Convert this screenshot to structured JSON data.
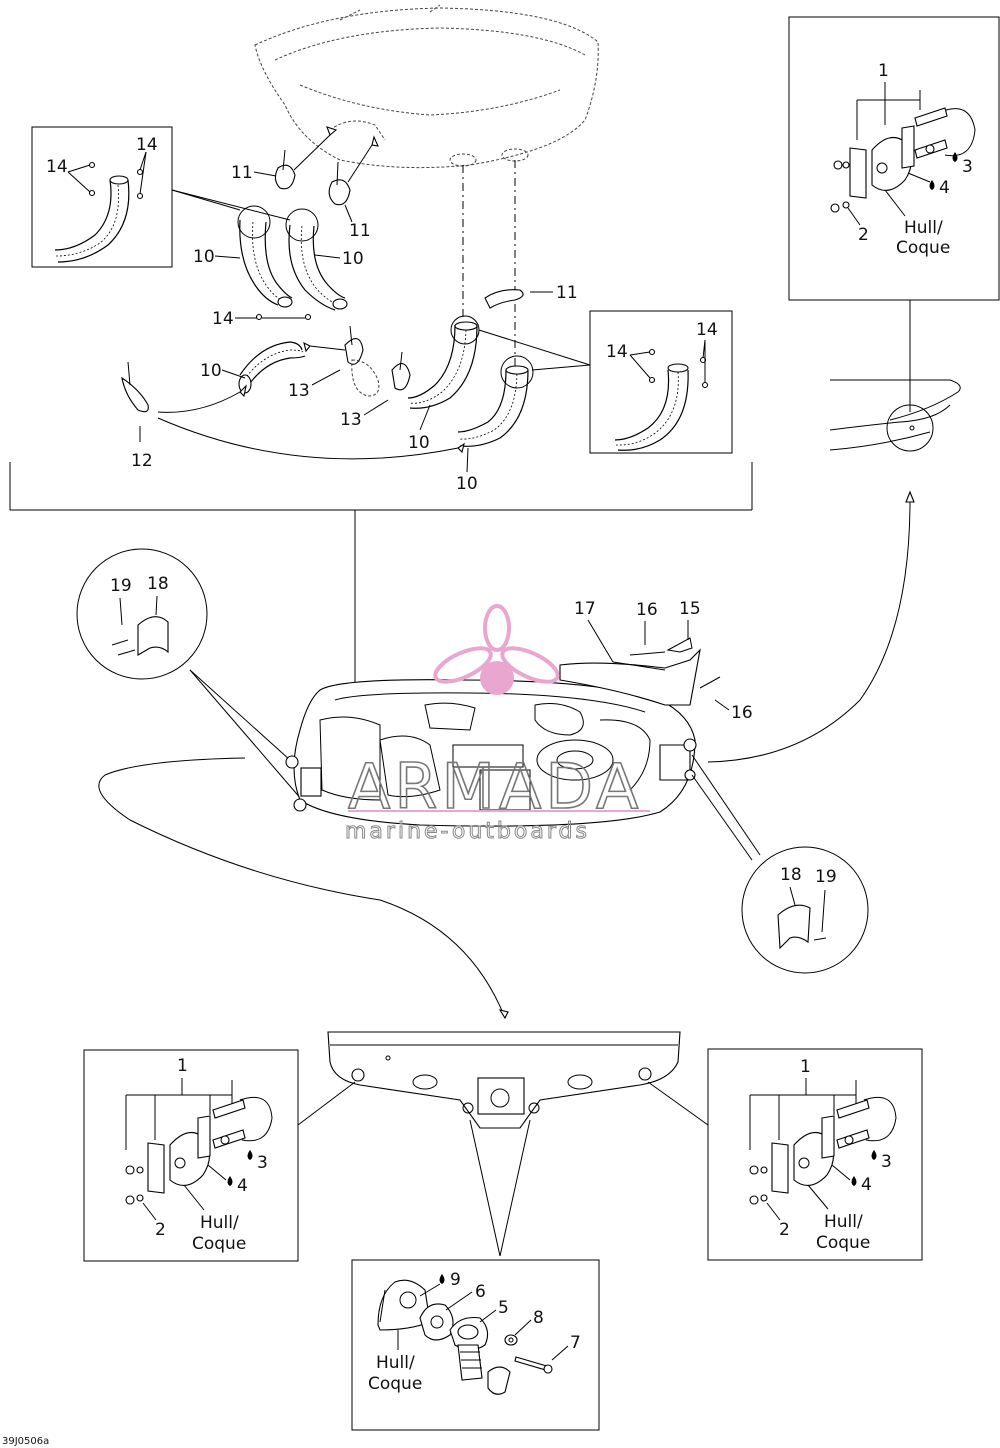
{
  "watermark": {
    "brand": "ARMADA",
    "tagline": "marine-outboards"
  },
  "figure_code": "39J0506a",
  "labels": {
    "top_hose_box_14a": "14",
    "top_hose_box_14b": "14",
    "hose_11_left": "11",
    "hose_11_mid": "11",
    "hose_11_right": "11",
    "hose_10_upper_left": "10",
    "hose_10_upper_right": "10",
    "hose_14_upper": "14",
    "hose_10_lower_left": "10",
    "hose_13_upper": "13",
    "hose_13_lower": "13",
    "hose_10_lower_mid": "10",
    "hose_10_lower_right": "10",
    "hose_12": "12",
    "right_box_14a": "14",
    "right_box_14b": "14",
    "tr_box_1": "1",
    "tr_box_2": "2",
    "tr_box_3": "3",
    "tr_box_4": "4",
    "tr_box_hull": "Hull/",
    "tr_box_coque": "Coque",
    "left_circle_19": "19",
    "left_circle_18": "18",
    "right_circle_18": "18",
    "right_circle_19": "19",
    "deck_17": "17",
    "deck_16a": "16",
    "deck_15": "15",
    "deck_16b": "16",
    "bl_box_1": "1",
    "bl_box_2": "2",
    "bl_box_3": "3",
    "bl_box_4": "4",
    "bl_box_hull": "Hull/",
    "bl_box_coque": "Coque",
    "br_box_1": "1",
    "br_box_2": "2",
    "br_box_3": "3",
    "br_box_4": "4",
    "br_box_hull": "Hull/",
    "br_box_coque": "Coque",
    "drain_9": "9",
    "drain_6": "6",
    "drain_5": "5",
    "drain_8": "8",
    "drain_7": "7",
    "drain_hull": "Hull/",
    "drain_coque": "Coque"
  },
  "colors": {
    "line": "#000000",
    "watermark_logo": "#e9a6cf",
    "watermark_text": "#777777"
  }
}
